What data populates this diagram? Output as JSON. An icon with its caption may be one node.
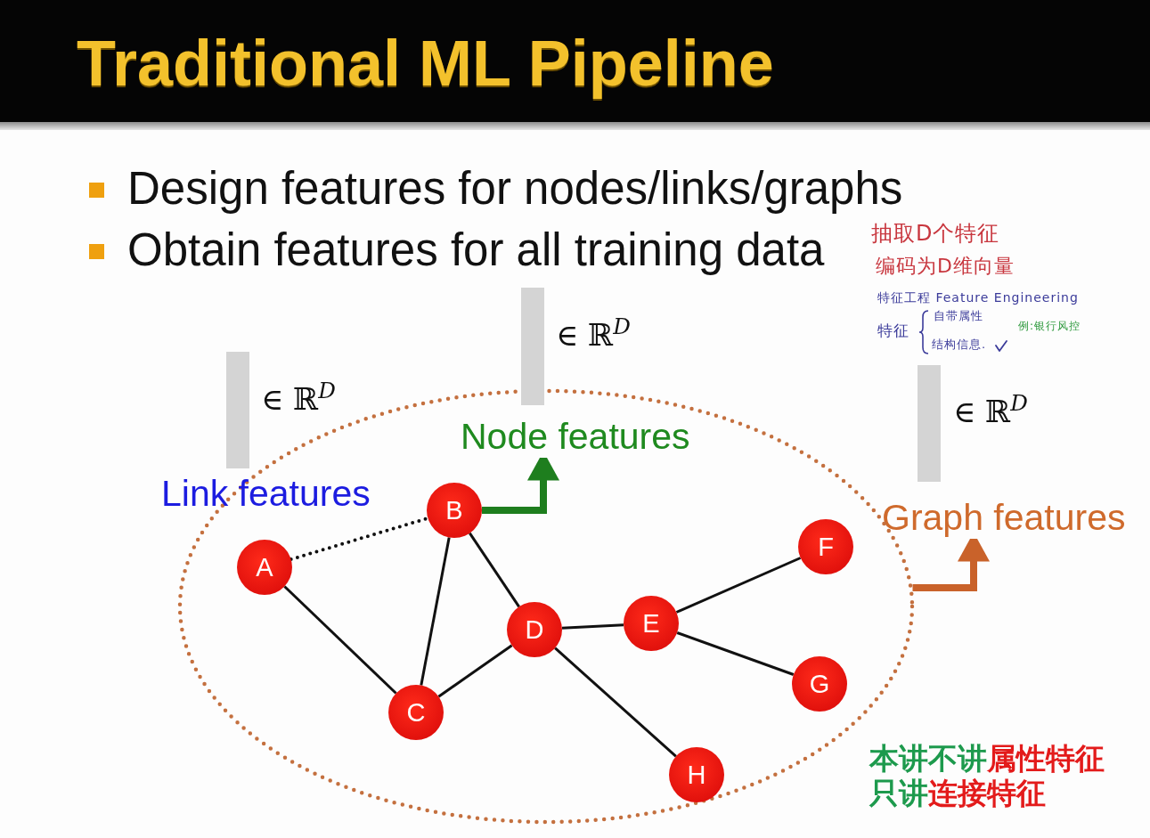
{
  "diagram": {
    "title": "Traditional ML Pipeline",
    "nodes": [
      {
        "text": [],
        "shape": "bar",
        "beside": [
          "∈ ℝ$^{D}$"
        ]
      },
      {
        "text": [],
        "shape": "bar",
        "beside": [
          "∈ ℝ$^{D}$"
        ]
      },
      {
        "text": [],
        "shape": "bar",
        "beside": [
          "∈ ℝ$^{D}$"
        ]
      },
      {
        "text": [],
        "shape": "ellipse"
      },
      {
        "text": [
          "Node features"
        ],
        "in": 3
      },
      {
        "text": [
          "Graph features"
        ]
      },
      {
        "text": [
          "A"
        ],
        "in": 3
      },
      {
        "text": [
          "B"
        ],
        "in": 3
      },
      {
        "text": [
          "C"
        ],
        "in": 3
      },
      {
        "text": [
          "D"
        ],
        "in": 3
      },
      {
        "text": [
          "E"
        ],
        "in": 3
      },
      {
        "text": [
          "F"
        ],
        "in": 3
      },
      {
        "text": [
          "G"
        ],
        "in": 3
      },
      {
        "text": [
          "H"
        ],
        "in": 3
      }
    ],
    "edges": [
      {
        "from": 6,
        "to": 7,
        "arrow": "none",
        "style": "dashed"
      },
      {
        "from": 6,
        "to": 8,
        "arrow": "none"
      },
      {
        "from": 7,
        "to": 8,
        "arrow": "none"
      },
      {
        "from": 7,
        "to": 9,
        "arrow": "none"
      },
      {
        "from": 8,
        "to": 9,
        "arrow": "none"
      },
      {
        "from": 9,
        "to": 10,
        "arrow": "none"
      },
      {
        "from": 9,
        "to": 13,
        "arrow": "none"
      },
      {
        "from": 10,
        "to": 11,
        "arrow": "none"
      },
      {
        "from": 10,
        "to": 12,
        "arrow": "none"
      },
      {
        "from": 7,
        "to": 4,
        "arrow": "to",
        "style": "thick",
        "color": "#1e7e1e"
      },
      {
        "from": 3,
        "to": 5,
        "arrow": "to",
        "style": "thick",
        "color": "#c9622a"
      }
    ],
    "labels": [
      "Design features for nodes/links/graphs",
      "Obtain features for all training data",
      "抽取D个特征",
      "编码为D维向量",
      "特征工程 Feature Engineering",
      "特征",
      "自带属性",
      "结构信息.",
      "例:银行风控",
      "Link features",
      "本讲不讲",
      "属性特征",
      "只讲",
      "连接特征"
    ]
  }
}
